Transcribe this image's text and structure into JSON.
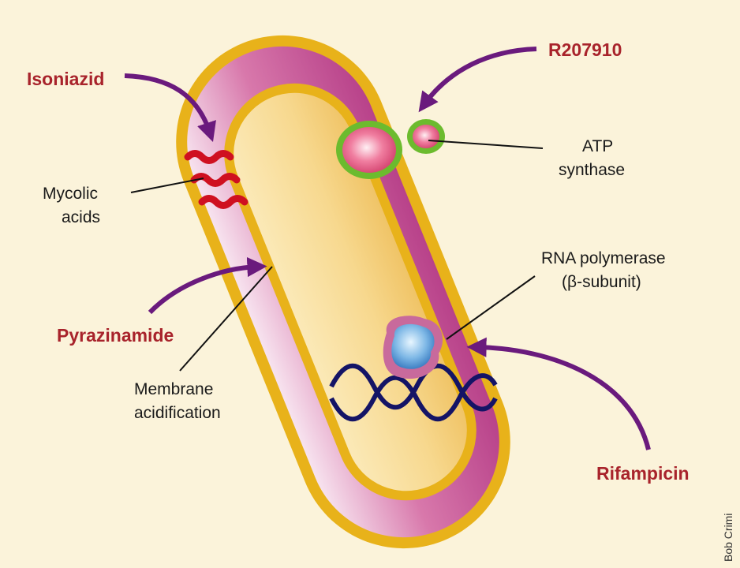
{
  "drugs": {
    "isoniazid": "Isoniazid",
    "r207910": "R207910",
    "pyrazinamide": "Pyrazinamide",
    "rifampicin": "Rifampicin"
  },
  "labels": {
    "mycolic_line1": "Mycolic",
    "mycolic_line2": "acids",
    "atp_line1": "ATP",
    "atp_line2": "synthase",
    "rna_line1": "RNA polymerase",
    "rna_line2": "(β-subunit)",
    "membrane_line1": "Membrane",
    "membrane_line2": "acidification"
  },
  "credit": "Bob Crimi",
  "colors": {
    "background": "#fbf3da",
    "cell_wall_gold": "#e8b21a",
    "periplasm_magenta": "#c24f8f",
    "cytoplasm_cream": "#f6d68c",
    "drug_red": "#a8232b",
    "arrow_purple": "#6a1a7d",
    "mycolic_red": "#cf1020",
    "atp_green": "#6cbb2e",
    "dna_navy": "#141466",
    "polymerase_blue": "#5a9dd8"
  }
}
